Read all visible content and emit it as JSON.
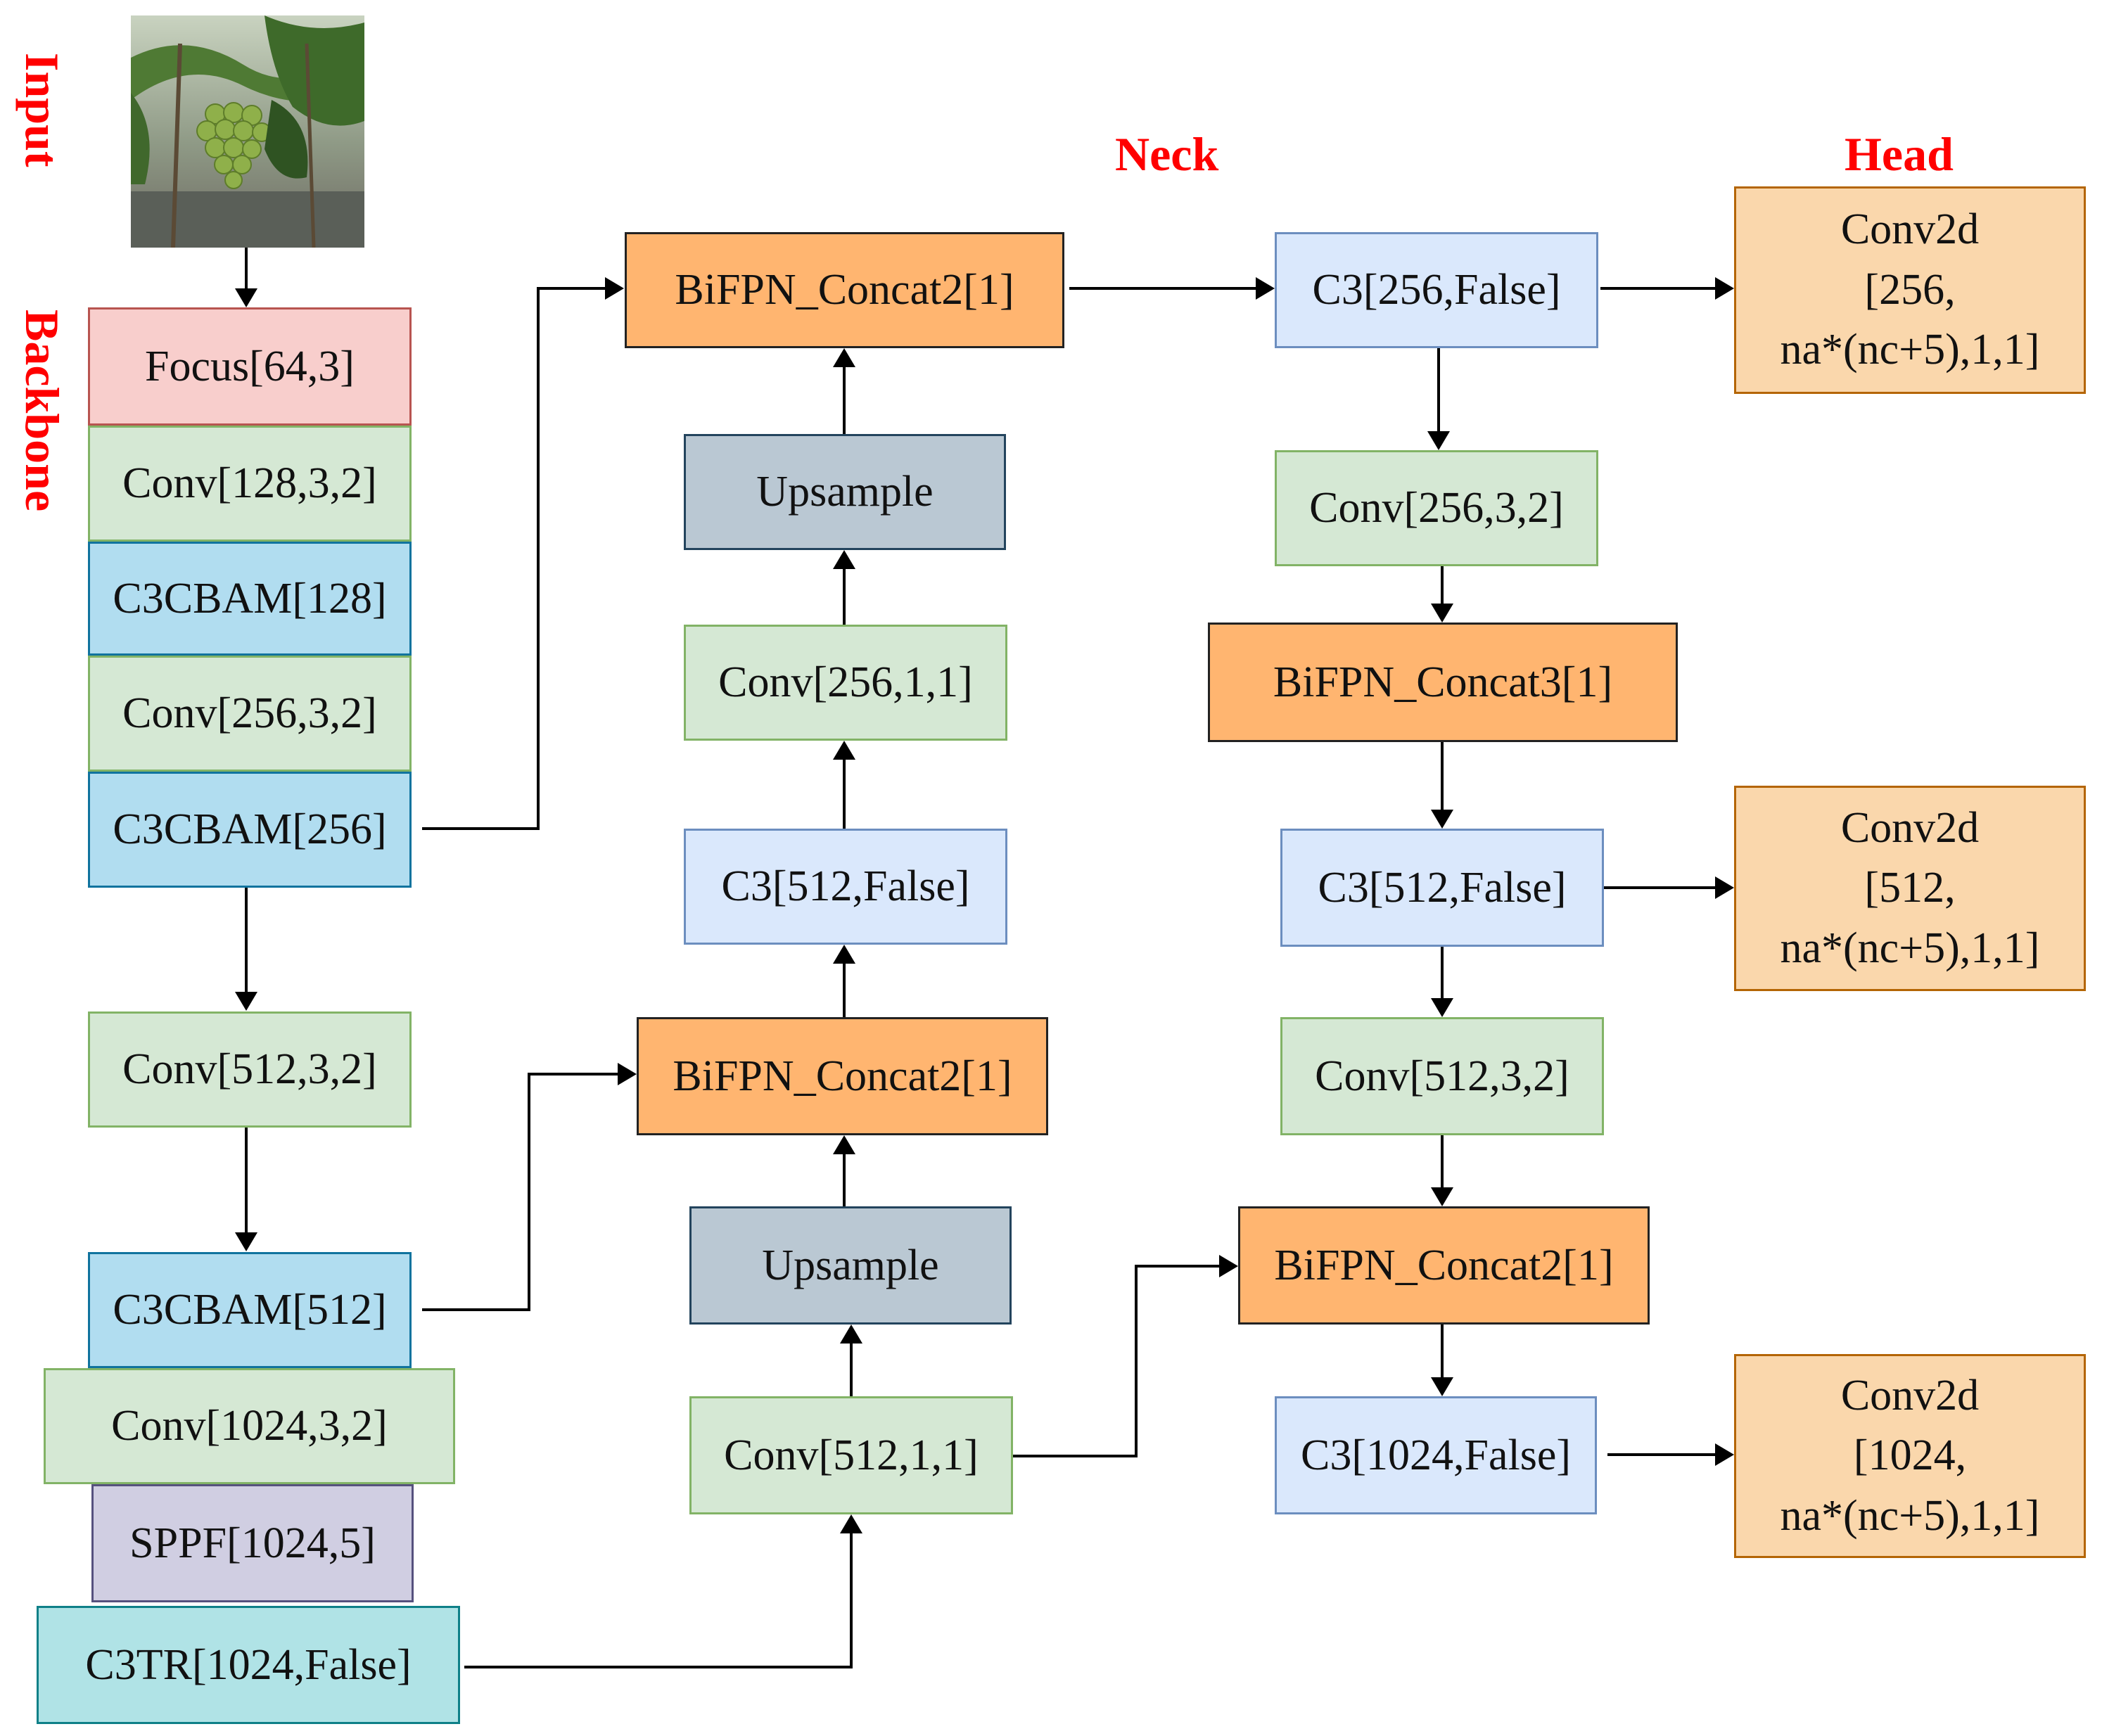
{
  "labels": {
    "input": "Input",
    "backbone": "Backbone",
    "neck": "Neck",
    "head": "Head"
  },
  "backbone": [
    "Focus[64,3]",
    "Conv[128,3,2]",
    "C3CBAM[128]",
    "Conv[256,3,2]",
    "C3CBAM[256]",
    "Conv[512,3,2]",
    "C3CBAM[512]",
    "Conv[1024,3,2]",
    "SPPF[1024,5]",
    "C3TR[1024,False]"
  ],
  "neck_up": [
    "BiFPN_Concat2[1]",
    "Upsample",
    "Conv[256,1,1]",
    "C3[512,False]",
    "BiFPN_Concat2[1]",
    "Upsample",
    "Conv[512,1,1]"
  ],
  "neck_down": [
    "C3[256,False]",
    "Conv[256,3,2]",
    "BiFPN_Concat3[1]",
    "C3[512,False]",
    "Conv[512,3,2]",
    "BiFPN_Concat2[1]",
    "C3[1024,False]"
  ],
  "head": [
    {
      "line1": "Conv2d",
      "line2": "[256,",
      "line3": "na*(nc+5),1,1]"
    },
    {
      "line1": "Conv2d",
      "line2": "[512,",
      "line3": "na*(nc+5),1,1]"
    },
    {
      "line1": "Conv2d",
      "line2": "[1024,",
      "line3": "na*(nc+5),1,1]"
    }
  ],
  "colors": {
    "label_red": "#ff0000",
    "focus": "#f8cecc",
    "conv": "#d5e8d4",
    "c3cbam": "#b1ddf0",
    "c3": "#dae8fc",
    "bifpn": "#ffb570",
    "upsample": "#bac8d3",
    "sppf": "#d0cee2",
    "c3tr": "#b0e3e6",
    "head": "#fad7ac"
  },
  "icons": {
    "input_image": "grape-cluster-photo"
  }
}
